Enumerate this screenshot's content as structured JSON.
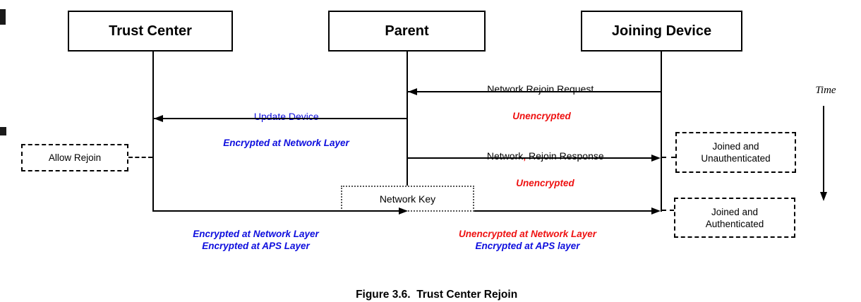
{
  "actors": {
    "trust_center": {
      "label": "Trust Center"
    },
    "parent": {
      "label": "Parent"
    },
    "joining_device": {
      "label": "Joining Device"
    }
  },
  "messages": {
    "network_rejoin_request": {
      "label": "Network Rejoin Request",
      "note": "Unencrypted"
    },
    "update_device": {
      "label": "Update Device",
      "note": "Encrypted at Network Layer"
    },
    "network_rejoin_response": {
      "label_before_mark": "Network",
      "red_mark": ",",
      "label_after_mark": " Rejoin Response",
      "note": "Unencrypted"
    },
    "network_key": {
      "label": "Network Key",
      "left_notes": {
        "line1": "Encrypted at Network Layer",
        "line2": "Encrypted at APS Layer"
      },
      "right_notes": {
        "line1": "Unencrypted at Network Layer",
        "line2": "Encrypted at APS layer"
      }
    }
  },
  "states": {
    "allow_rejoin": {
      "label": "Allow Rejoin"
    },
    "joined_unauthenticated": {
      "line1": "Joined and",
      "line2": "Unauthenticated"
    },
    "joined_authenticated": {
      "line1": "Joined and",
      "line2": "Authenticated"
    }
  },
  "time_axis": {
    "label": "Time"
  },
  "caption": "Figure 3.6.  Trust Center Rejoin",
  "colors": {
    "encrypted_blue": "#0d0dde",
    "unencrypted_red": "#ee1111",
    "line_black": "#000000",
    "background": "#ffffff"
  }
}
